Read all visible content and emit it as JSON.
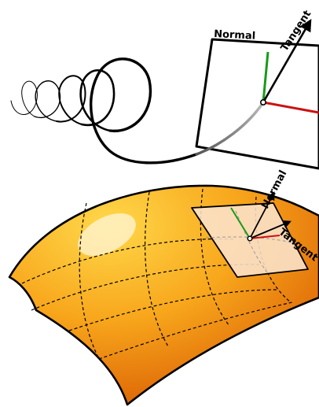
{
  "curve_panel": {
    "normal_label": "Normal",
    "tangent_label": "Tangent"
  },
  "surface_panel": {
    "normal_label": "Normal",
    "tangent_label": "Tangent"
  },
  "colors": {
    "normal_line": "#1a9a1a",
    "binormal_line": "#cc1111",
    "surface_light": "#ffd23f",
    "surface_dark": "#d95f00",
    "tangent_plane_fill": "#fbe3cc"
  }
}
